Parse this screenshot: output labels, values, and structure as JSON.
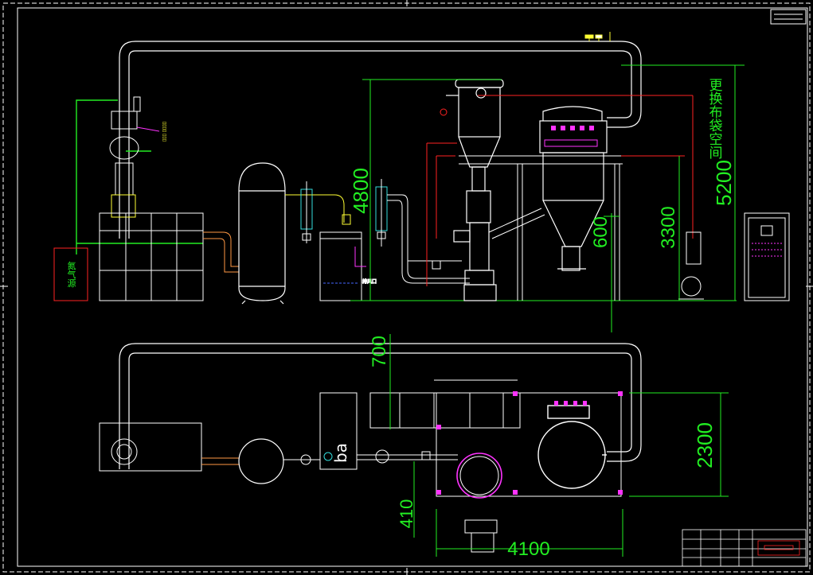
{
  "drawing": {
    "background": "#000000",
    "colors": {
      "white": "#ffffff",
      "green": "#22ee22",
      "red": "#ff2222",
      "magenta": "#ff33ff",
      "cyan": "#33dddd",
      "yellow": "#ffff33",
      "blue": "#4466ff"
    }
  },
  "elevation": {
    "dimensions": [
      "4800",
      "600",
      "3300",
      "5200"
    ],
    "label_service_space": "更换布袋空间",
    "label_nitrogen_source": "氮气源",
    "label_small_1": "排风口"
  },
  "plan": {
    "dimensions": [
      "700",
      "2300",
      "410",
      "4100"
    ],
    "label_small": "ba"
  },
  "title_block": {
    "present": true
  }
}
